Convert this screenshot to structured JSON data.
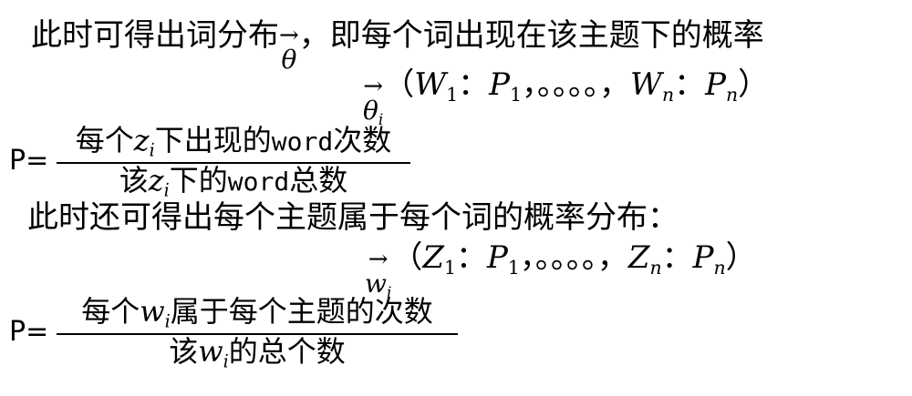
{
  "line1": {
    "before": "此时可得出词分布",
    "vec": "θ",
    "arrow": "→",
    "after": "，即每个词出现在该主题下的概率"
  },
  "line2": {
    "vec": "θ",
    "vecsub": "i",
    "arrow": "→",
    "p_open": "（",
    "W": "W",
    "s1": "1",
    "colon1": "：",
    "P": "P",
    "s2": "1",
    "dots": "，。。。。，",
    "W2": "W",
    "sn": "n",
    "colon2": "：",
    "P2": "P",
    "sn2": "n",
    "p_close": "）"
  },
  "frac1": {
    "label": "P=",
    "num_a": "每个",
    "num_var": "z",
    "num_sub": "i",
    "num_b": "下出现的",
    "num_word": "word",
    "num_c": "次数",
    "den_a": "该",
    "den_var": "z",
    "den_sub": "i",
    "den_b": "下的",
    "den_word": "word",
    "den_c": "总数"
  },
  "line3": {
    "text": "此时还可得出每个主题属于每个词的概率分布："
  },
  "line4": {
    "vec": "w",
    "vecsub": "i",
    "arrow": "→",
    "p_open": "（",
    "Z": "Z",
    "s1": "1",
    "colon1": "：",
    "P": "P",
    "s2": "1",
    "dots": "，。。。。，",
    "Z2": "Z",
    "sn": "n",
    "colon2": "：",
    "P2": "P",
    "sn2": "n",
    "p_close": "）"
  },
  "frac2": {
    "label": "P=",
    "num_a": "每个",
    "num_var": "w",
    "num_sub": "i",
    "num_b": "属于每个主题的次数",
    "den_a": "该",
    "den_var": "w",
    "den_sub": "i",
    "den_b": "的总个数"
  }
}
